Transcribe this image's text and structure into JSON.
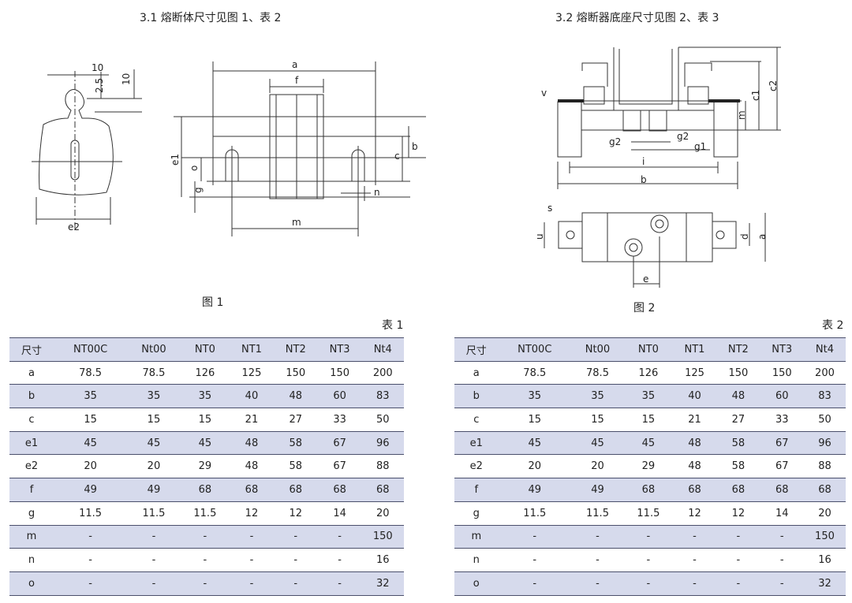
{
  "headings": {
    "left": "3.1 熔断体尺寸见图 1、表 2",
    "right": "3.2 熔断器底座尺寸见图 2、表 3"
  },
  "figure1": {
    "caption": "图 1",
    "labels": {
      "dim10a": "10",
      "dim25": "2.5",
      "dim10b": "10",
      "e2": "e2",
      "a": "a",
      "f": "f",
      "e1": "e1",
      "o": "o",
      "g": "g",
      "b": "b",
      "c": "c",
      "n": "n",
      "m": "m"
    }
  },
  "figure2": {
    "caption": "图 2",
    "labels": {
      "v": "v",
      "m": "m",
      "c1": "c1",
      "c2": "c2",
      "g2a": "g2",
      "g2b": "g2",
      "g1": "g1",
      "i": "i",
      "b": "b",
      "s": "s",
      "u": "u",
      "d": "d",
      "a": "a",
      "e": "e"
    }
  },
  "table1": {
    "title": "表 1",
    "headers": [
      "尺寸",
      "NT00C",
      "Nt00",
      "NT0",
      "NT1",
      "NT2",
      "NT3",
      "Nt4"
    ],
    "rows": [
      [
        "a",
        "78.5",
        "78.5",
        "126",
        "125",
        "150",
        "150",
        "200"
      ],
      [
        "b",
        "35",
        "35",
        "35",
        "40",
        "48",
        "60",
        "83"
      ],
      [
        "c",
        "15",
        "15",
        "15",
        "21",
        "27",
        "33",
        "50"
      ],
      [
        "e1",
        "45",
        "45",
        "45",
        "48",
        "58",
        "67",
        "96"
      ],
      [
        "e2",
        "20",
        "20",
        "29",
        "48",
        "58",
        "67",
        "88"
      ],
      [
        "f",
        "49",
        "49",
        "68",
        "68",
        "68",
        "68",
        "68"
      ],
      [
        "g",
        "11.5",
        "11.5",
        "11.5",
        "12",
        "12",
        "14",
        "20"
      ],
      [
        "m",
        "-",
        "-",
        "-",
        "-",
        "-",
        "-",
        "150"
      ],
      [
        "n",
        "-",
        "-",
        "-",
        "-",
        "-",
        "-",
        "16"
      ],
      [
        "o",
        "-",
        "-",
        "-",
        "-",
        "-",
        "-",
        "32"
      ]
    ]
  },
  "table2": {
    "title": "表 2",
    "headers": [
      "尺寸",
      "NT00C",
      "Nt00",
      "NT0",
      "NT1",
      "NT2",
      "NT3",
      "Nt4"
    ],
    "rows": [
      [
        "a",
        "78.5",
        "78.5",
        "126",
        "125",
        "150",
        "150",
        "200"
      ],
      [
        "b",
        "35",
        "35",
        "35",
        "40",
        "48",
        "60",
        "83"
      ],
      [
        "c",
        "15",
        "15",
        "15",
        "21",
        "27",
        "33",
        "50"
      ],
      [
        "e1",
        "45",
        "45",
        "45",
        "48",
        "58",
        "67",
        "96"
      ],
      [
        "e2",
        "20",
        "20",
        "29",
        "48",
        "58",
        "67",
        "88"
      ],
      [
        "f",
        "49",
        "49",
        "68",
        "68",
        "68",
        "68",
        "68"
      ],
      [
        "g",
        "11.5",
        "11.5",
        "11.5",
        "12",
        "12",
        "14",
        "20"
      ],
      [
        "m",
        "-",
        "-",
        "-",
        "-",
        "-",
        "-",
        "150"
      ],
      [
        "n",
        "-",
        "-",
        "-",
        "-",
        "-",
        "-",
        "16"
      ],
      [
        "o",
        "-",
        "-",
        "-",
        "-",
        "-",
        "-",
        "32"
      ]
    ]
  }
}
